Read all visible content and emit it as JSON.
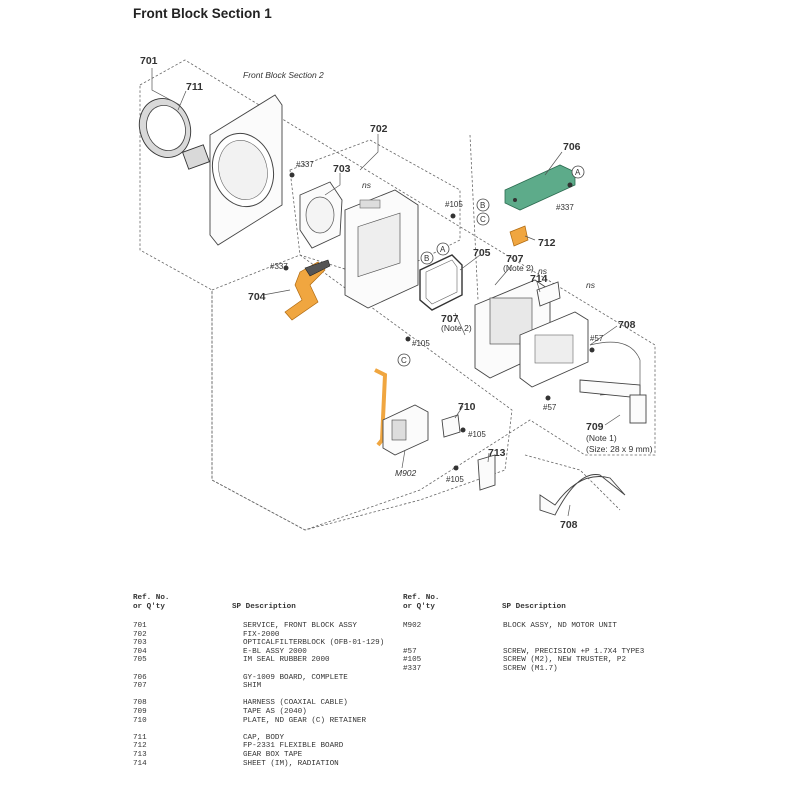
{
  "title": "Front Block Section 1",
  "diagram": {
    "callouts": [
      "701",
      "711",
      "702",
      "703",
      "706",
      "705",
      "712",
      "707",
      "714",
      "704",
      "708",
      "710",
      "713",
      "709",
      "M902"
    ],
    "sub_note": "Front Block Section 2",
    "ns": "ns",
    "note2": "(Note 2)",
    "note1": "(Note 1)",
    "size": "(Size: 28 x 9 mm)",
    "screws": [
      "#337",
      "#105",
      "#57"
    ],
    "markers": [
      "A",
      "B",
      "C"
    ]
  },
  "table_left": {
    "headers": {
      "ref": "Ref. No.",
      "qty": "or Q'ty",
      "desc": "SP Description"
    },
    "rows": [
      {
        "ref": "701",
        "desc": "SERVICE, FRONT BLOCK ASSY"
      },
      {
        "ref": "702",
        "desc": "FIX-2000"
      },
      {
        "ref": "703",
        "desc": "OPTICALFILTERBLOCK (OFB-01-129)"
      },
      {
        "ref": "704",
        "desc": "E-BL ASSY 2000"
      },
      {
        "ref": "705",
        "desc": "IM SEAL RUBBER 2000"
      },
      {
        "ref": "706",
        "desc": "GY-1009 BOARD, COMPLETE"
      },
      {
        "ref": "707",
        "desc": "SHIM"
      },
      {
        "ref": "708",
        "desc": "HARNESS (COAXIAL CABLE)"
      },
      {
        "ref": "709",
        "desc": "TAPE AS (2040)"
      },
      {
        "ref": "710",
        "desc": "PLATE, ND GEAR (C) RETAINER"
      },
      {
        "ref": "711",
        "desc": "CAP, BODY"
      },
      {
        "ref": "712",
        "desc": "FP-2331 FLEXIBLE BOARD"
      },
      {
        "ref": "713",
        "desc": "GEAR BOX TAPE"
      },
      {
        "ref": "714",
        "desc": "SHEET (IM), RADIATION"
      }
    ]
  },
  "table_right": {
    "headers": {
      "ref": "Ref. No.",
      "qty": "or Q'ty",
      "desc": "SP Description"
    },
    "rows": [
      {
        "ref": "M902",
        "desc": "BLOCK ASSY, ND MOTOR UNIT"
      },
      {
        "ref": "#57",
        "desc": "SCREW, PRECISION +P 1.7X4 TYPE3"
      },
      {
        "ref": "#105",
        "desc": "SCREW (M2), NEW TRUSTER, P2"
      },
      {
        "ref": "#337",
        "desc": "SCREW (M1.7)"
      }
    ]
  },
  "colors": {
    "flex": "#f0a640",
    "board": "#5dab8a"
  }
}
